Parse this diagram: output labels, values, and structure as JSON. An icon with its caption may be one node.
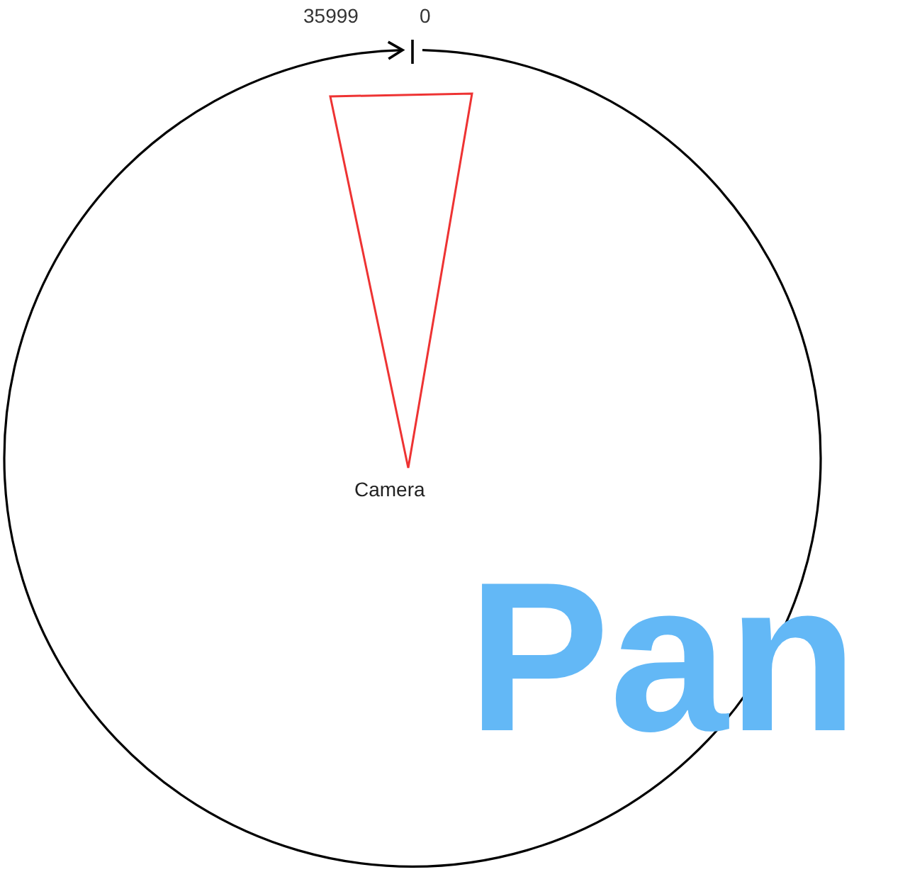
{
  "diagram": {
    "title": "Pan",
    "nodes": [
      {
        "text": [
          "Camera"
        ]
      }
    ],
    "labels": [
      "35999",
      "0"
    ]
  }
}
